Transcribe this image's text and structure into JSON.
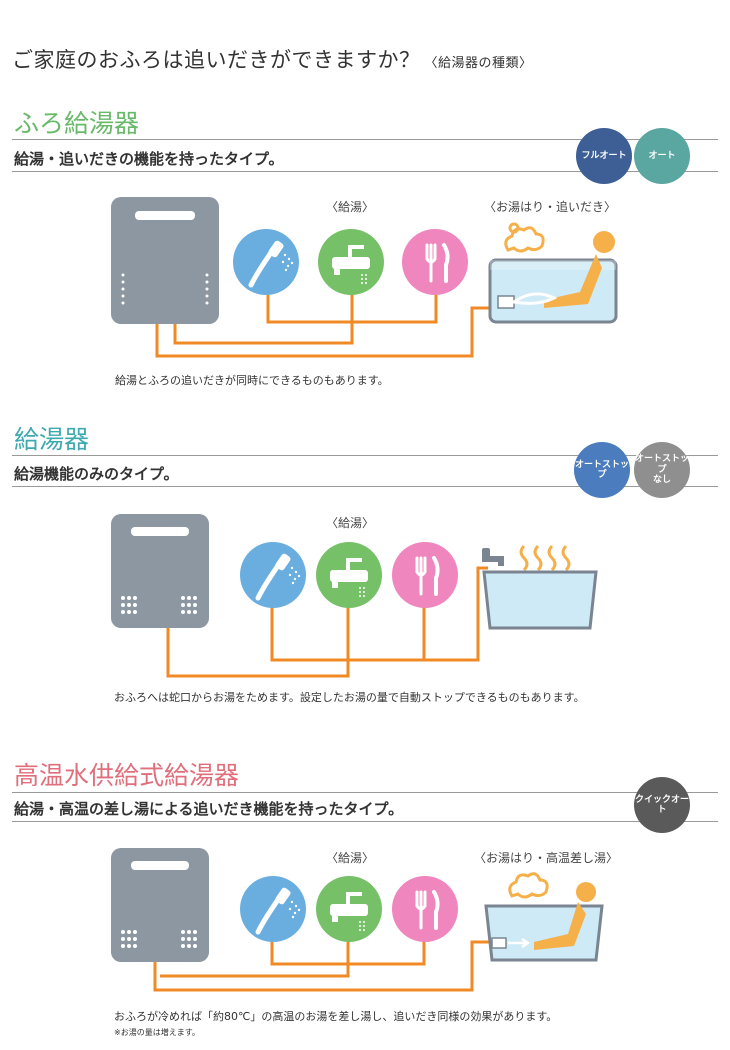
{
  "header": {
    "question": "ご家庭のおふろは追いだきができますか？",
    "sub": "〈給湯器の種類〉"
  },
  "colors": {
    "green_title": "#6ab96a",
    "teal_title": "#3fa9b0",
    "pink_title": "#e06f7c",
    "pipe": "#f08a24",
    "unit_gray": "#8c97a1",
    "shower_blue": "#6aaee0",
    "faucet_green": "#76c167",
    "cutlery_pink": "#ef86bd"
  },
  "sections": [
    {
      "title": "ふろ給湯器",
      "desc": "給湯・追いだきの機能を持ったタイプ。",
      "badges": [
        {
          "label": "フルオート",
          "color": "#3d5f96"
        },
        {
          "label": "オート",
          "color": "#5aa6a1"
        }
      ],
      "label_supply": "〈給湯〉",
      "label_bath": "〈お湯はり・追いだき〉",
      "note": "給湯とふろの追いだきが同時にできるものもあります。"
    },
    {
      "title": "給湯器",
      "desc": "給湯機能のみのタイプ。",
      "badges": [
        {
          "label": "オートストップ",
          "color": "#4b7dbe"
        },
        {
          "label": "オートストップ\nなし",
          "color": "#8f8f8f"
        }
      ],
      "label_supply": "〈給湯〉",
      "note": "おふろへは蛇口からお湯をためます。設定したお湯の量で自動ストップできるものもあります。"
    },
    {
      "title": "高温水供給式給湯器",
      "desc": "給湯・高温の差し湯による追いだき機能を持ったタイプ。",
      "badges": [
        {
          "label": "クイックオート",
          "color": "#5a5a5a"
        }
      ],
      "label_supply": "〈給湯〉",
      "label_bath": "〈お湯はり・高温差し湯〉",
      "note": "おふろが冷めれば「約80℃」の高温のお湯を差し湯し、追いだき同様の効果があります。",
      "footnote": "※お湯の量は増えます。"
    }
  ],
  "icons": [
    "water-heater-icon",
    "shower-icon",
    "faucet-icon",
    "cutlery-icon",
    "bathtub-icon",
    "person-bathing-icon",
    "steam-icon",
    "tap-icon"
  ]
}
